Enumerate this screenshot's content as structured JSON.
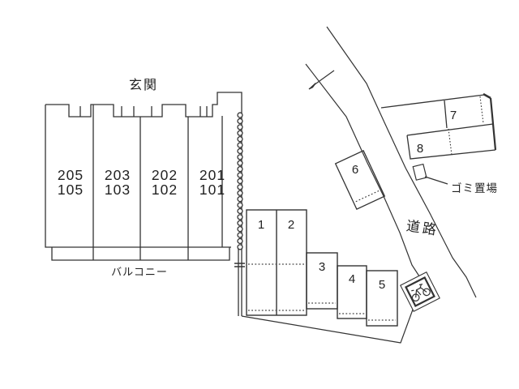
{
  "building": {
    "entrance_label": "玄関",
    "balcony_label": "バルコニー",
    "units": [
      {
        "upper": "205",
        "lower": "105"
      },
      {
        "upper": "203",
        "lower": "103"
      },
      {
        "upper": "202",
        "lower": "102"
      },
      {
        "upper": "201",
        "lower": "101"
      }
    ]
  },
  "parking": {
    "spaces": [
      "1",
      "2",
      "3",
      "4",
      "5",
      "6",
      "7",
      "8"
    ],
    "bicycle_icon": "bicycle-icon"
  },
  "annotations": {
    "road_label": "道路",
    "garbage_label": "ゴミ置場"
  },
  "colors": {
    "line": "#333333",
    "background": "#ffffff"
  }
}
